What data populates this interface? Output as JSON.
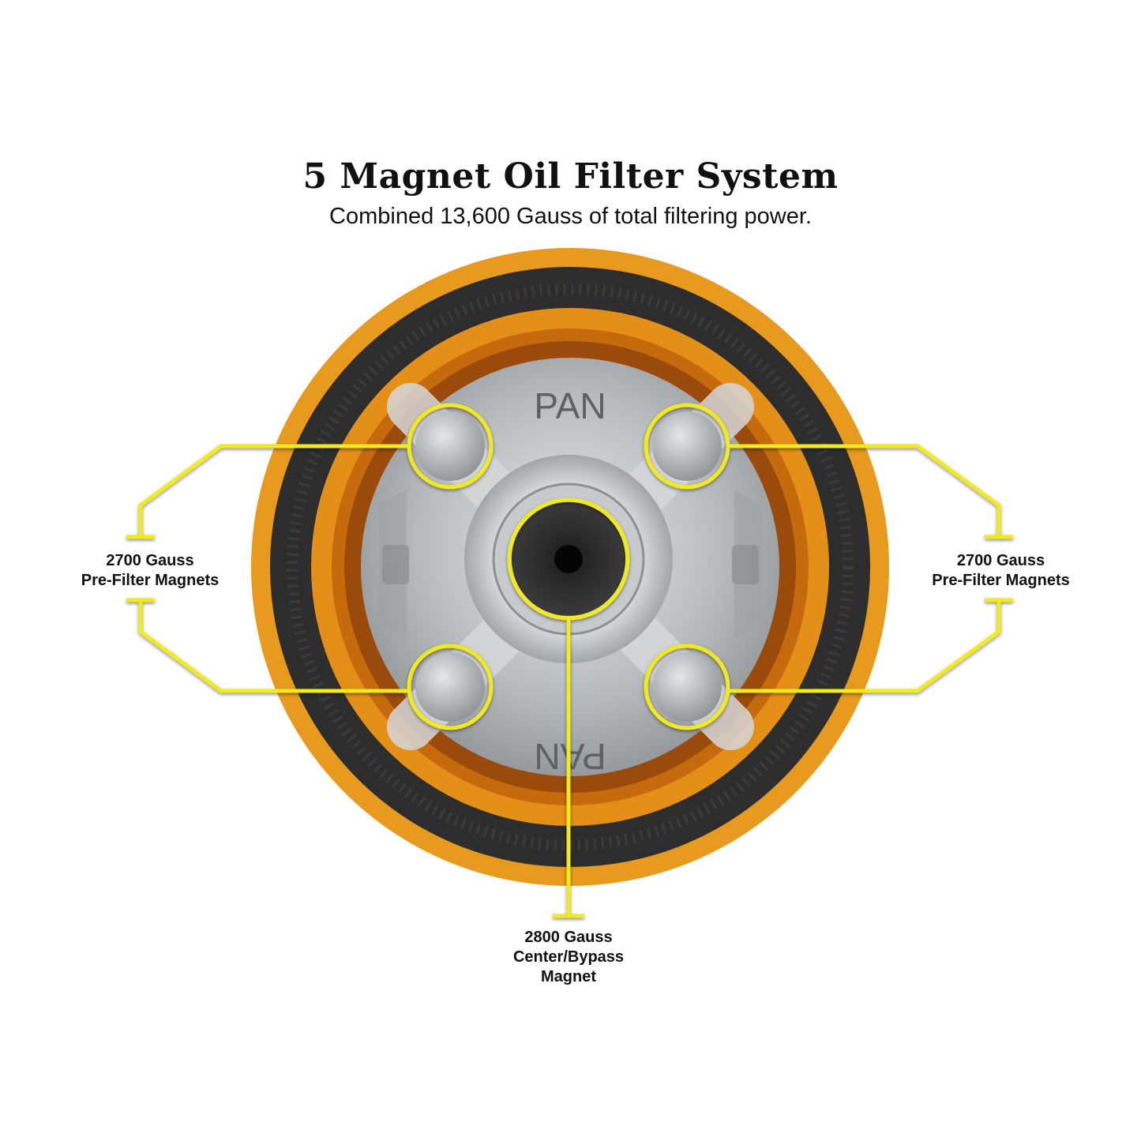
{
  "header": {
    "title": "5 Magnet Oil Filter System",
    "subtitle": "Combined 13,600 Gauss of total filtering power."
  },
  "plate": {
    "top_text": "PAN",
    "bottom_text": "PAN"
  },
  "callouts": {
    "left": {
      "line1": "2700 Gauss",
      "line2": "Pre-Filter Magnets"
    },
    "right": {
      "line1": "2700 Gauss",
      "line2": "Pre-Filter Magnets"
    },
    "bottom": {
      "line1": "2800 Gauss",
      "line2": "Center/Bypass",
      "line3": "Magnet"
    }
  },
  "colors": {
    "callout_yellow": "#f2ea1a",
    "housing_orange": "#e89a1e",
    "gasket_black": "#2a2a2a",
    "plate_silver": "#b9bcbf"
  }
}
